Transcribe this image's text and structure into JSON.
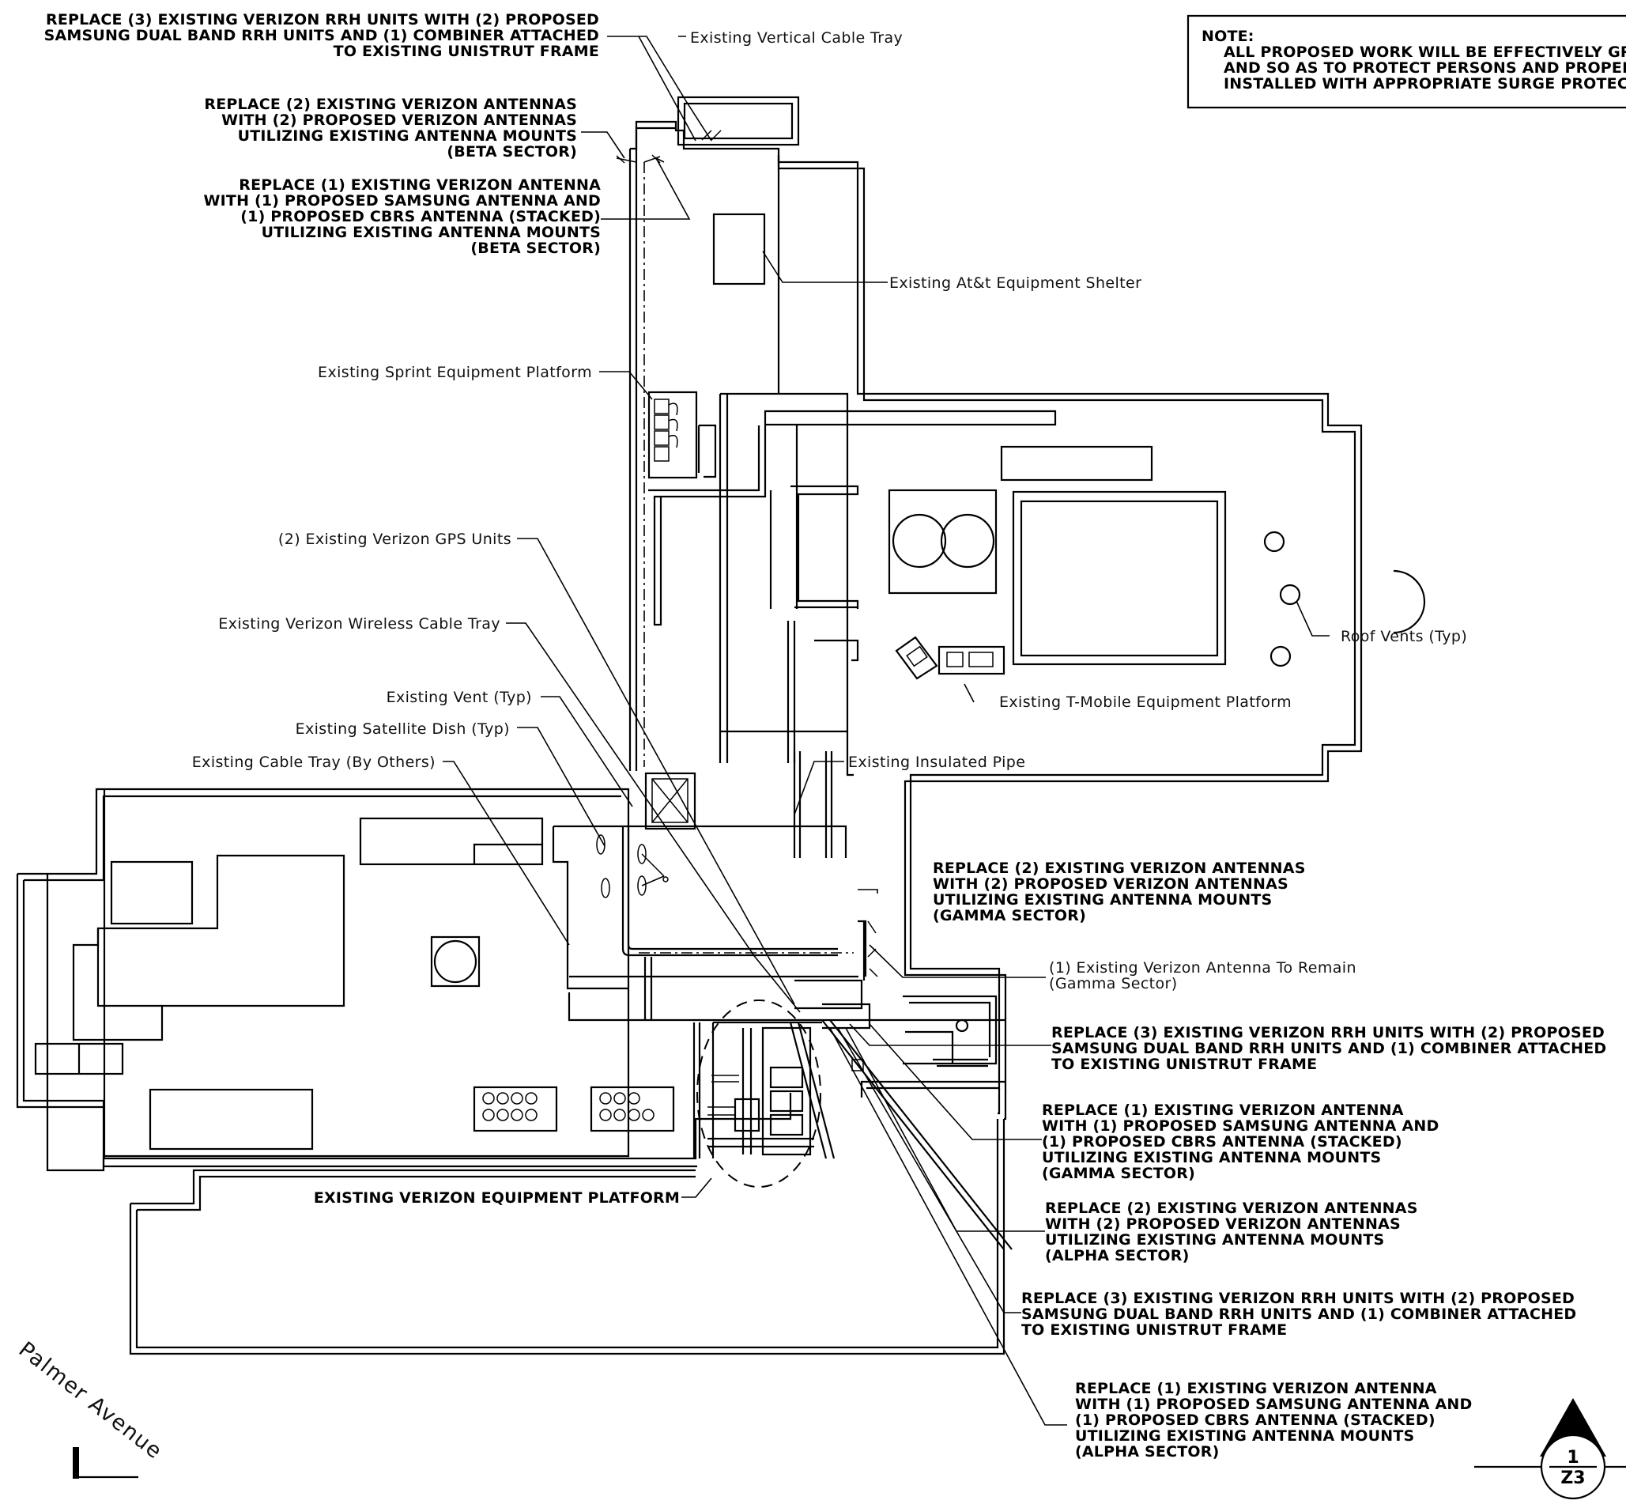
{
  "note": {
    "heading": "NOTE:",
    "lines": [
      "ALL PROPOSED WORK WILL BE EFFECTIVELY GROU",
      "AND SO AS TO PROTECT PERSONS AND PROPERT",
      "INSTALLED WITH APPROPRIATE SURGE PROTECTORS"
    ]
  },
  "callouts": {
    "rrh_top": [
      "REPLACE (3) EXISTING VERIZON RRH UNITS WITH (2) PROPOSED",
      "SAMSUNG DUAL BAND RRH UNITS AND (1) COMBINER ATTACHED",
      "TO EXISTING UNISTRUT FRAME"
    ],
    "beta_antennas": [
      "REPLACE (2) EXISTING VERIZON ANTENNAS",
      "WITH (2) PROPOSED VERIZON ANTENNAS",
      "UTILIZING EXISTING ANTENNA MOUNTS",
      "(BETA SECTOR)"
    ],
    "beta_samsung": [
      "REPLACE (1) EXISTING VERIZON ANTENNA",
      "WITH (1) PROPOSED SAMSUNG ANTENNA AND",
      "(1) PROPOSED CBRS ANTENNA (STACKED)",
      "UTILIZING EXISTING ANTENNA MOUNTS",
      "(BETA SECTOR)"
    ],
    "gamma_antennas": [
      "REPLACE (2) EXISTING VERIZON ANTENNAS",
      "WITH (2) PROPOSED VERIZON ANTENNAS",
      "UTILIZING EXISTING ANTENNA MOUNTS",
      "(GAMMA SECTOR)"
    ],
    "gamma_remain": [
      "(1) Existing Verizon Antenna To Remain",
      "(Gamma Sector)"
    ],
    "rrh_gamma": [
      "REPLACE (3) EXISTING VERIZON RRH UNITS WITH (2) PROPOSED",
      "SAMSUNG DUAL BAND RRH UNITS AND (1) COMBINER ATTACHED",
      "TO EXISTING UNISTRUT FRAME"
    ],
    "gamma_samsung": [
      "REPLACE (1) EXISTING VERIZON ANTENNA",
      "WITH (1) PROPOSED SAMSUNG ANTENNA AND",
      "(1) PROPOSED CBRS ANTENNA (STACKED)",
      "UTILIZING EXISTING ANTENNA MOUNTS",
      "(GAMMA SECTOR)"
    ],
    "alpha_antennas": [
      "REPLACE (2) EXISTING VERIZON ANTENNAS",
      "WITH (2) PROPOSED VERIZON ANTENNAS",
      "UTILIZING EXISTING ANTENNA MOUNTS",
      "(ALPHA SECTOR)"
    ],
    "rrh_alpha": [
      "REPLACE (3) EXISTING VERIZON RRH UNITS WITH (2) PROPOSED",
      "SAMSUNG DUAL BAND RRH UNITS AND (1) COMBINER ATTACHED",
      "TO EXISTING UNISTRUT FRAME"
    ],
    "alpha_samsung": [
      "REPLACE (1) EXISTING VERIZON ANTENNA",
      "WITH (1) PROPOSED SAMSUNG ANTENNA AND",
      "(1) PROPOSED CBRS ANTENNA (STACKED)",
      "UTILIZING EXISTING ANTENNA MOUNTS",
      "(ALPHA SECTOR)"
    ]
  },
  "labels": {
    "vertical_cable_tray": "Existing Vertical Cable Tray",
    "att_shelter": "Existing At&t Equipment Shelter",
    "sprint_platform": "Existing Sprint Equipment Platform",
    "gps_units": "(2) Existing Verizon GPS Units",
    "verizon_cable_tray": "Existing Verizon Wireless Cable Tray",
    "vent": "Existing Vent (Typ)",
    "satellite_dish": "Existing Satellite Dish (Typ)",
    "cable_tray_others": "Existing Cable Tray (By Others)",
    "insulated_pipe": "Existing Insulated Pipe",
    "roof_vents": "Roof Vents (Typ)",
    "tmobile_platform": "Existing T-Mobile Equipment Platform",
    "verizon_platform": "EXISTING VERIZON EQUIPMENT PLATFORM"
  },
  "street": "Palmer Avenue",
  "sheet_ref": {
    "number": "1",
    "sheet": "Z3"
  }
}
